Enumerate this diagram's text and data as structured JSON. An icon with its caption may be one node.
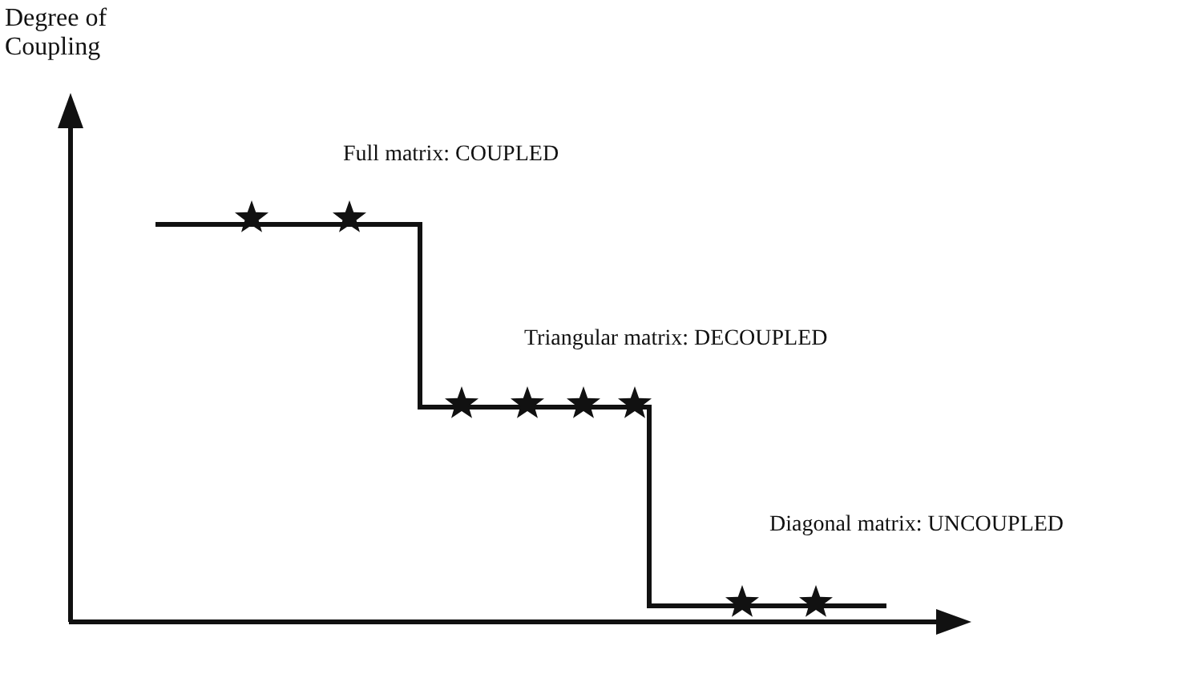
{
  "diagram": {
    "labels": [
      "Degree of Coupling",
      "Full matrix: COUPLED",
      "Triangular matrix: DECOUPLED",
      "Diagonal matrix: UNCOUPLED"
    ]
  }
}
